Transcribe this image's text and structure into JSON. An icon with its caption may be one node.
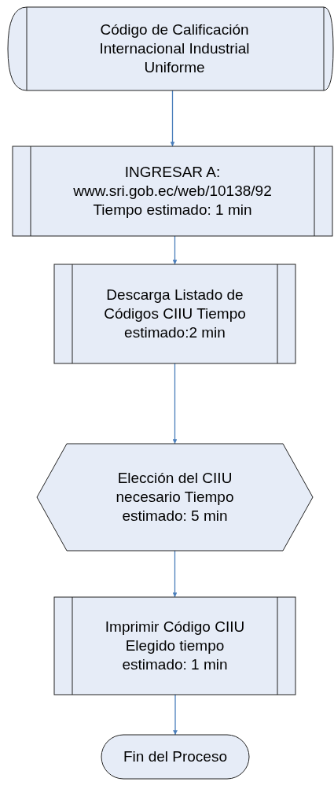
{
  "diagram": {
    "nodes": [
      {
        "text": [
          "Código de Calificación Internacional Industrial Uniforme"
        ]
      },
      {
        "text": [
          "INGRESAR A: www.sri.gob.ec/web/10138/92 Tiempo estimado: 1 min"
        ]
      },
      {
        "text": [
          "Descarga Listado de Códigos CIIU Tiempo estimado:2 min"
        ]
      },
      {
        "text": [
          "Elección del CIIU necesario Tiempo estimado: 5 min"
        ]
      },
      {
        "text": [
          "Imprimir Código CIIU Elegido tiempo estimado: 1 min"
        ]
      },
      {
        "text": [
          "Fin del Proceso"
        ]
      }
    ],
    "edges": [
      {
        "from": 0,
        "to": 1,
        "arrow": "to"
      },
      {
        "from": 1,
        "to": 2,
        "arrow": "to"
      },
      {
        "from": 2,
        "to": 3,
        "arrow": "to"
      },
      {
        "from": 3,
        "to": 4,
        "arrow": "to"
      },
      {
        "from": 4,
        "to": 5,
        "arrow": "to"
      }
    ]
  }
}
